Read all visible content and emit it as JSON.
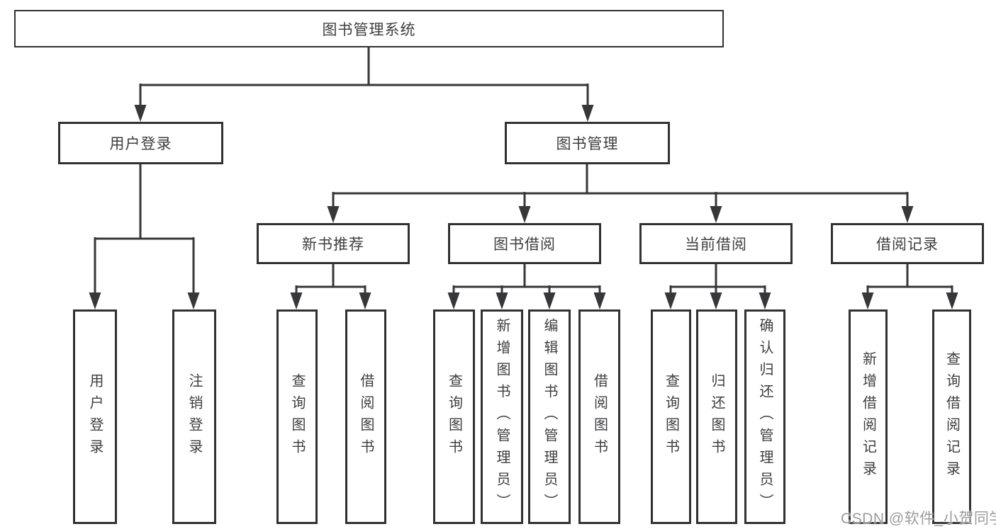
{
  "diagram": {
    "root": {
      "label": "图书管理系统"
    },
    "branches": [
      {
        "label": "用户登录",
        "children": [
          {
            "label": "用户登录"
          },
          {
            "label": "注销登录"
          }
        ]
      },
      {
        "label": "图书管理",
        "children": [
          {
            "label": "新书推荐",
            "children": [
              {
                "label": "查询图书"
              },
              {
                "label": "借阅图书"
              }
            ]
          },
          {
            "label": "图书借阅",
            "children": [
              {
                "label": "查询图书"
              },
              {
                "label": "新增图书（管理员）"
              },
              {
                "label": "编辑图书（管理员）"
              },
              {
                "label": "借阅图书"
              }
            ]
          },
          {
            "label": "当前借阅",
            "children": [
              {
                "label": "查询图书"
              },
              {
                "label": "归还图书"
              },
              {
                "label": "确认归还（管理员）"
              }
            ]
          },
          {
            "label": "借阅记录",
            "children": [
              {
                "label": "新增借阅记录"
              },
              {
                "label": "查询借阅记录"
              }
            ]
          }
        ]
      }
    ],
    "watermark": "CSDN @软件_小贺同学"
  },
  "colors": {
    "line": "#37373a",
    "box_border": "#313134",
    "box_fill": "#ffffff",
    "text": "#3e3e41",
    "background": "#ffffff",
    "watermark": "#8a8a8a"
  }
}
